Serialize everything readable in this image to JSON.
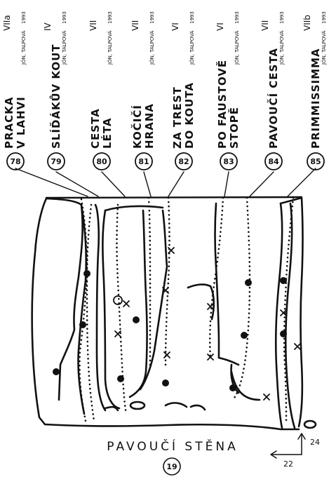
{
  "title": "PAVOUČÍ STĚNA",
  "page_number": "19",
  "dimensions": {
    "height": "24",
    "width": "22"
  },
  "routes": [
    {
      "number": "78",
      "name_line1": "PRACKA",
      "name_line2": "V LAHVI",
      "grade": "VIIa",
      "author": "JÓN, TALPOVÁ",
      "year": "1993"
    },
    {
      "number": "79",
      "name_line1": "SLÍĎÁKŮV KOUT",
      "name_line2": "",
      "grade": "IV",
      "author": "JÓN, TALPOVÁ",
      "year": "1993"
    },
    {
      "number": "80",
      "name_line1": "CESTA",
      "name_line2": "LÉTA",
      "grade": "VII",
      "author": "JÓN, TALPOVÁ",
      "year": "1993"
    },
    {
      "number": "81",
      "name_line1": "KOČIČÍ",
      "name_line2": "HRANA",
      "grade": "VII",
      "author": "JÓN, TALPOVÁ",
      "year": "1993"
    },
    {
      "number": "82",
      "name_line1": "ZA TREST",
      "name_line2": "DO KOUTA",
      "grade": "VI",
      "author": "JÓN, TALPOVÁ",
      "year": "1993"
    },
    {
      "number": "83",
      "name_line1": "PO FAUSTOVĚ",
      "name_line2": "STOPĚ",
      "grade": "VI",
      "author": "JÓN, TALPOVÁ",
      "year": "1993"
    },
    {
      "number": "84",
      "name_line1": "PAVOUČÍ CESTA",
      "name_line2": "",
      "grade": "VII",
      "author": "JÓN, TALPOVÁ",
      "year": "1993"
    },
    {
      "number": "85",
      "name_line1": "PRIMMISSIMMA",
      "name_line2": "",
      "grade": "VIIb",
      "author": "JÓN, TALPOVÁ",
      "year": "1993"
    }
  ]
}
